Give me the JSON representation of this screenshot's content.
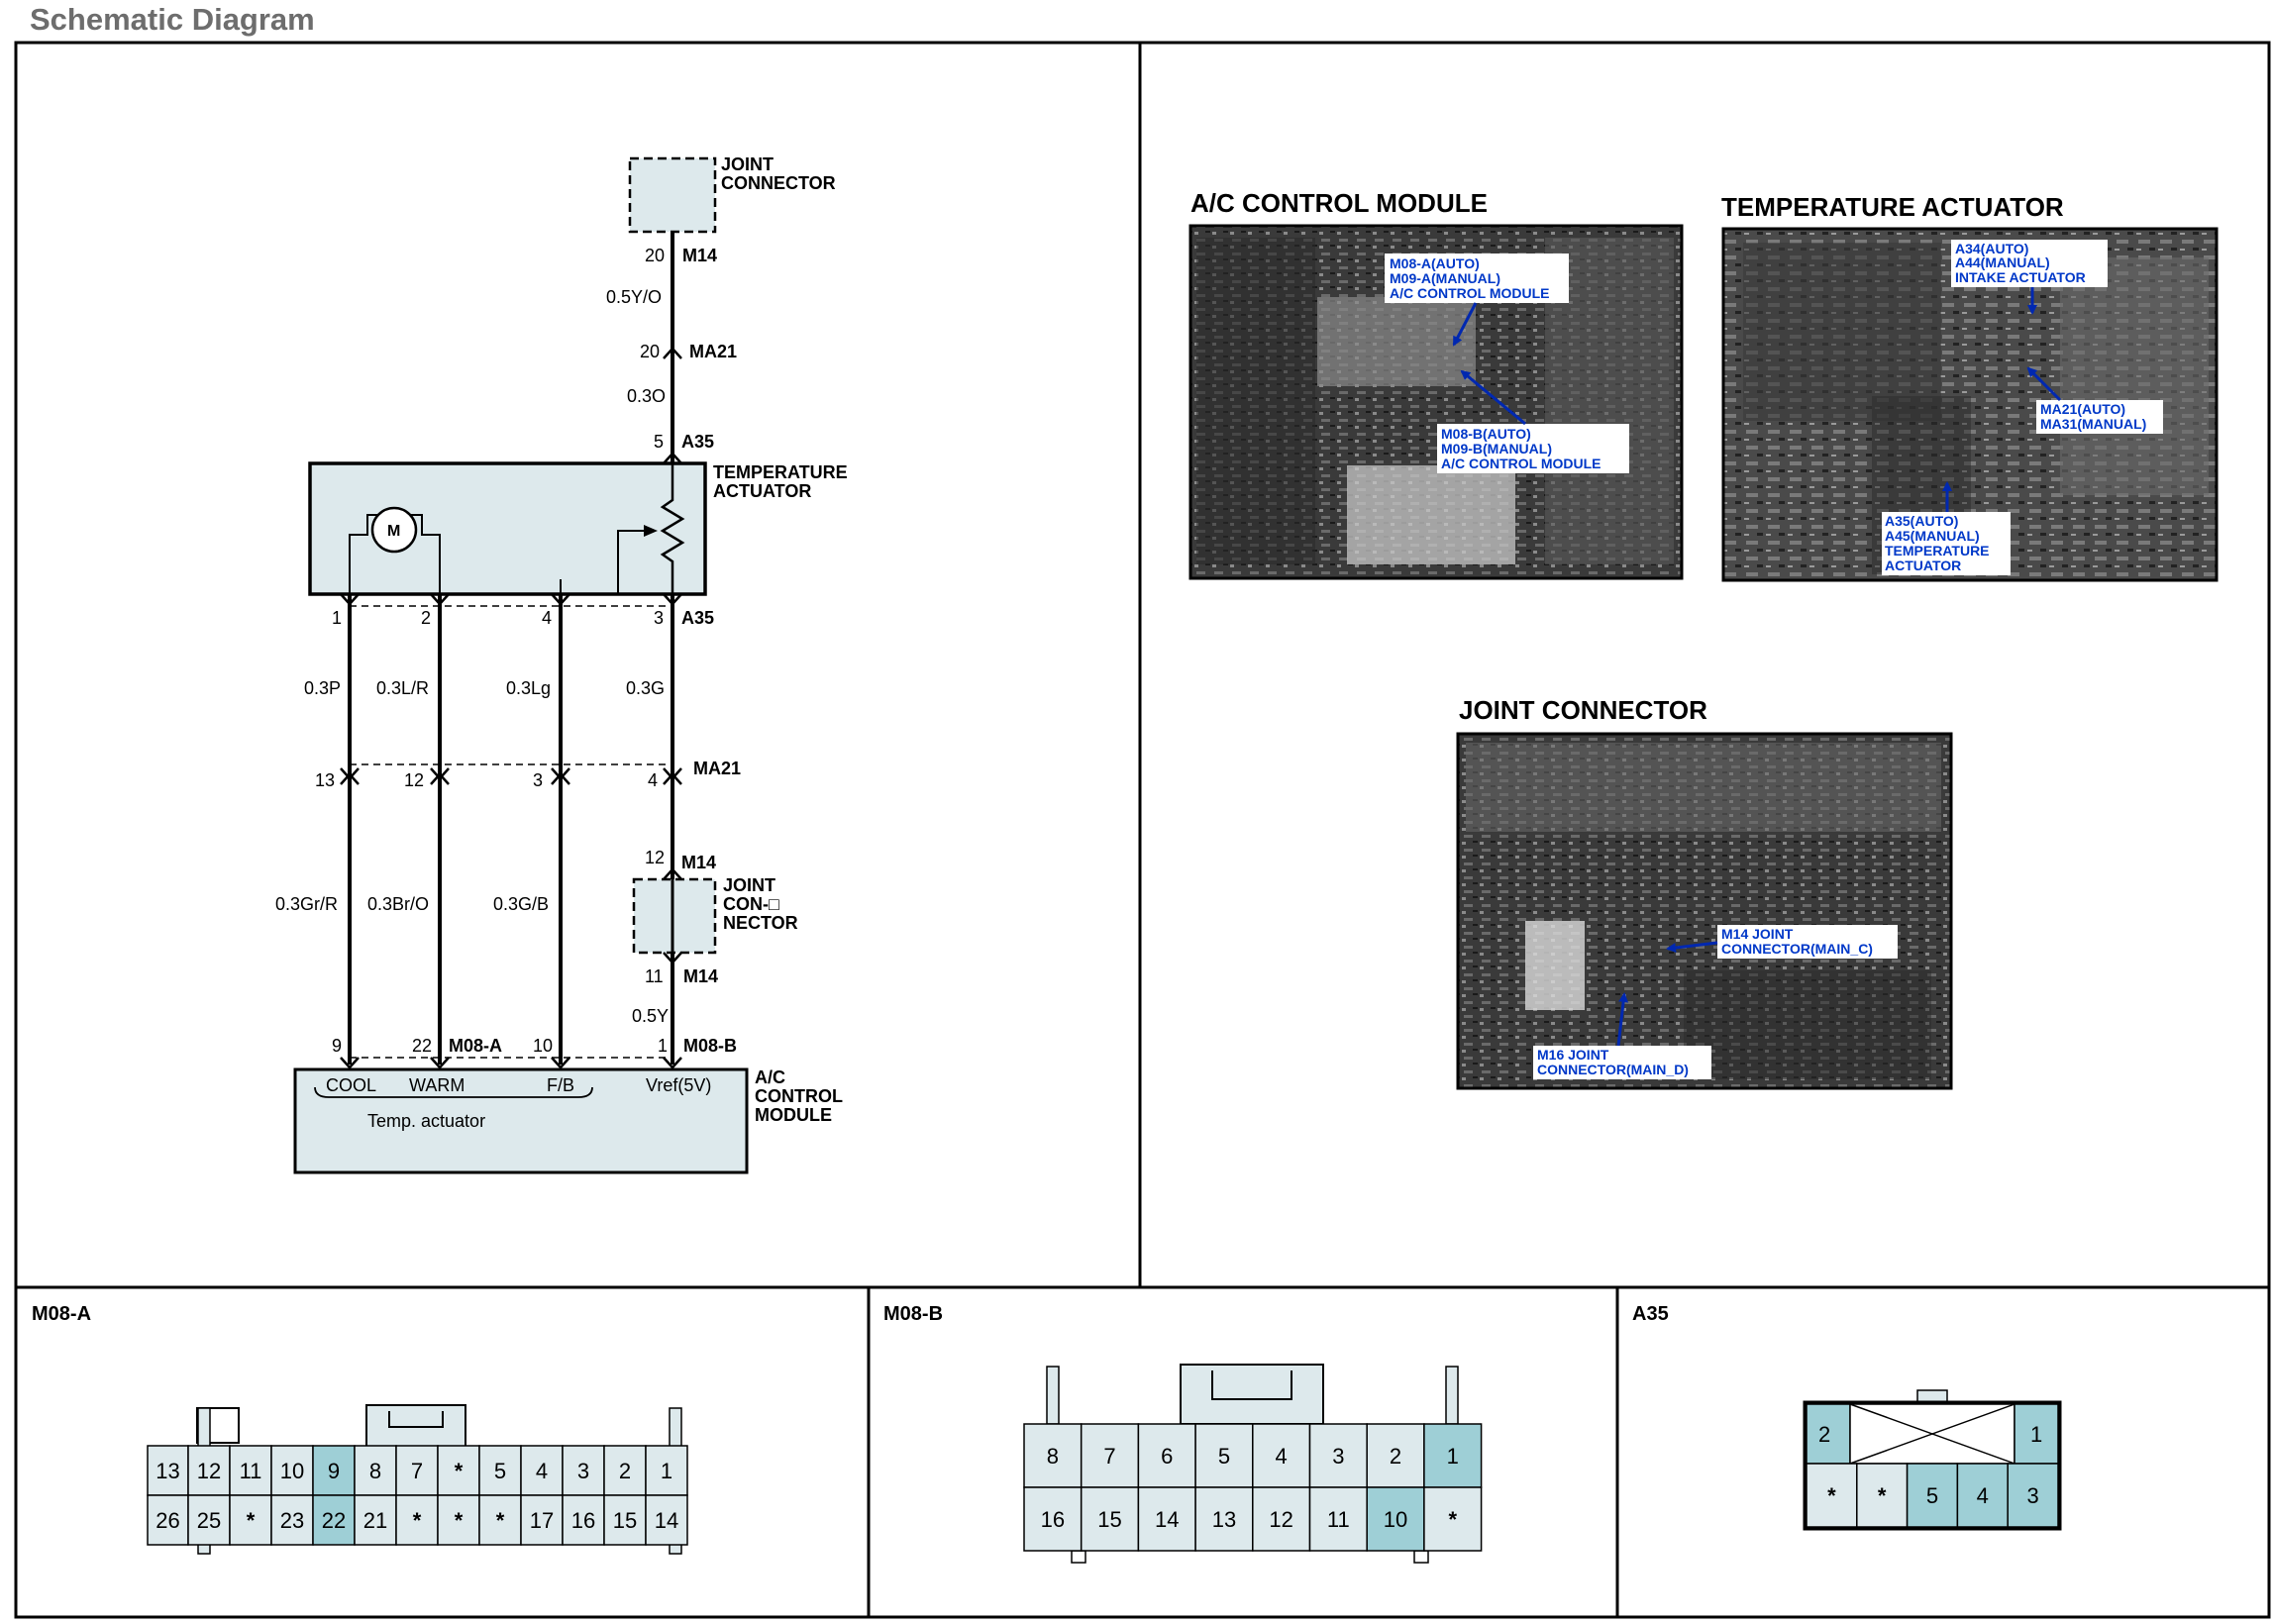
{
  "page": {
    "title": "Schematic Diagram"
  },
  "colors": {
    "fill": "#dde9ec",
    "highlight": "#9ecfd6",
    "callout_text": "#0038c8",
    "arrow": "#0028b0"
  },
  "schematic": {
    "joint_connector_top": {
      "label": [
        "JOINT",
        "CONNECTOR"
      ],
      "pin": "20",
      "conn": "M14"
    },
    "wire_top_1": "0.5Y/O",
    "ma21_top": {
      "pin": "20",
      "conn": "MA21"
    },
    "wire_top_2": "0.3O",
    "a35_top": {
      "pin": "5",
      "conn": "A35"
    },
    "temp_actuator": {
      "label": [
        "TEMPERATURE",
        "ACTUATOR"
      ],
      "motor": "M"
    },
    "a35_bottom": {
      "pins": [
        "1",
        "2",
        "4",
        "3"
      ],
      "conn": "A35"
    },
    "wires_mid": [
      "0.3P",
      "0.3L/R",
      "0.3Lg",
      "0.3G"
    ],
    "ma21_bottom": {
      "pins": [
        "13",
        "12",
        "3",
        "4"
      ],
      "conn": "MA21"
    },
    "m14_in": {
      "pin": "12",
      "conn": "M14"
    },
    "joint_connector_mid": {
      "label": [
        "JOINT",
        "CON-□",
        "NECTOR"
      ]
    },
    "m14_out": {
      "pin": "11",
      "conn": "M14"
    },
    "wires_low": [
      "0.3Gr/R",
      "0.3Br/O",
      "0.3G/B"
    ],
    "wire_vref": "0.5Y",
    "m08a": {
      "pins": [
        "9",
        "22",
        "10"
      ],
      "conn": "M08-A"
    },
    "m08b": {
      "pin": "1",
      "conn": "M08-B"
    },
    "ac_module": {
      "label": [
        "A/C",
        "CONTROL",
        "MODULE"
      ],
      "terminals": [
        "COOL",
        "WARM",
        "F/B",
        "Vref(5V)"
      ],
      "group_label": "Temp. actuator"
    }
  },
  "photos": {
    "ac_control_module": {
      "title": "A/C CONTROL MODULE",
      "callout_1": [
        "M08-A(AUTO)",
        "M09-A(MANUAL)",
        "A/C CONTROL MODULE"
      ],
      "callout_2": [
        "M08-B(AUTO)",
        "M09-B(MANUAL)",
        "A/C CONTROL MODULE"
      ]
    },
    "temperature_actuator": {
      "title": "TEMPERATURE ACTUATOR",
      "callout_1": [
        "A34(AUTO)",
        "A44(MANUAL)",
        "INTAKE ACTUATOR"
      ],
      "callout_2": [
        "MA21(AUTO)",
        "MA31(MANUAL)"
      ],
      "callout_3": [
        "A35(AUTO)",
        "A45(MANUAL)",
        "TEMPERATURE",
        "ACTUATOR"
      ]
    },
    "joint_connector": {
      "title": "JOINT CONNECTOR",
      "callout_1": [
        "M14 JOINT",
        "CONNECTOR(MAIN_C)"
      ],
      "callout_2": [
        "M16 JOINT",
        "CONNECTOR(MAIN_D)"
      ]
    }
  },
  "connectors": {
    "m08a": {
      "title": "M08-A",
      "row1": [
        "13",
        "12",
        "11",
        "10",
        "9",
        "8",
        "7",
        "*",
        "5",
        "4",
        "3",
        "2",
        "1"
      ],
      "row2": [
        "26",
        "25",
        "*",
        "23",
        "22",
        "21",
        "*",
        "*",
        "*",
        "17",
        "16",
        "15",
        "14"
      ],
      "highlighted": [
        "9",
        "22"
      ]
    },
    "m08b": {
      "title": "M08-B",
      "row1": [
        "8",
        "7",
        "6",
        "5",
        "4",
        "3",
        "2",
        "1"
      ],
      "row2": [
        "16",
        "15",
        "14",
        "13",
        "12",
        "11",
        "10",
        "*"
      ],
      "highlighted": [
        "1",
        "10"
      ]
    },
    "a35": {
      "title": "A35",
      "top_left": "2",
      "top_right": "1",
      "bottom": [
        "*",
        "*",
        "5",
        "4",
        "3"
      ],
      "highlighted": [
        "2",
        "1",
        "5",
        "4",
        "3"
      ]
    }
  }
}
